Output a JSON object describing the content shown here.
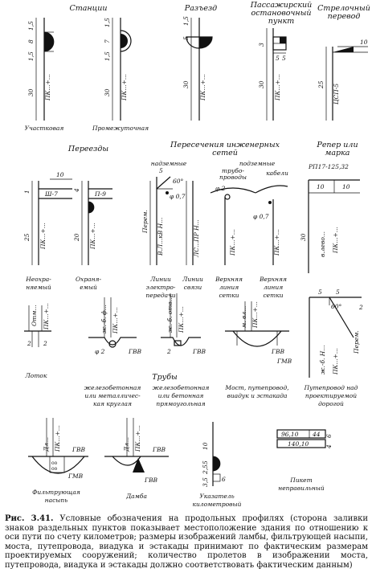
{
  "headers": {
    "stations": "Станции",
    "razezd": "Разъезд",
    "passenger_stop_1": "Пассажирский",
    "passenger_stop_2": "остановочный",
    "passenger_stop_3": "пункт",
    "switch_1": "Стрелочный",
    "switch_2": "перевод",
    "crossings": "Переезды",
    "intersections_1": "Пересечения инженерных",
    "intersections_2": "сетей",
    "benchmark_1": "Репер или",
    "benchmark_2": "марка",
    "overhead": "надземные",
    "underground": "подземные",
    "pipes": "трубо-",
    "pipes2": "проводы",
    "cables": "кабели",
    "culverts": "Трубы"
  },
  "labels": {
    "uchastkovaya": "Участковая",
    "promezhutochnaya": "Промежуточная",
    "unguarded_1": "Неохра-",
    "unguarded_2": "няемый",
    "guarded_1": "Охраня-",
    "guarded_2": "емый",
    "power_1": "Линии",
    "power_2": "электро-",
    "power_3": "передачи",
    "comm_1": "Линии",
    "comm_2": "связи",
    "upper_1": "Верхняя",
    "upper_2": "линия",
    "upper_3": "сетки",
    "upper2_1": "Верхняя",
    "upper2_2": "линия",
    "upper2_3": "сетки",
    "tray": "Лоток",
    "round_1": "железобетонная",
    "round_2": "или металличес-",
    "round_3": "кая круглая",
    "rect_1": "железобетонная",
    "rect_2": "или бетонная",
    "rect_3": "прямоугольная",
    "bridge_1": "Мост, путепровод,",
    "bridge_2": "виадук и эстакада",
    "overpass_1": "Путепровод над",
    "overpass_2": "проектируемой",
    "overpass_3": "дорогой",
    "filter_1": "Фильтрующая",
    "filter_2": "насыпь",
    "dam": "Дамба",
    "km_1": "Указатель",
    "km_2": "километровый",
    "picket_1": "Пикет",
    "picket_2": "неправильный"
  },
  "marks": {
    "d15": "1,5",
    "d8": "8",
    "d7": "7",
    "d5": "5",
    "d3": "3",
    "d25": "25",
    "d30": "30",
    "d10": "10",
    "d20": "20",
    "d4": "4",
    "d1": "1",
    "d2": "2",
    "d6": "6",
    "d35": "3,5",
    "d25b": "2,5",
    "pk": "ПК...+...",
    "csp": "ЦСП-5",
    "rp": "РП17-125,32",
    "iii7": "Ш-7",
    "ii9": "П-9",
    "deg60": "60°",
    "phi07": "φ 0,7",
    "phi2": "φ 2",
    "gvv": "ГВВ",
    "gmv": "ГМВ",
    "otm": "Отм...",
    "perem": "Перем.",
    "vl": "В.Л...кВ Н...",
    "lsrn": "ЛС...ПР Н...",
    "vlevo": "в.лево...",
    "zhbf": "ж.-б. ф...",
    "zhbotv": "ж.-б. отв...",
    "mvl": "м. вл...",
    "zhb": "ж.-б. Н...",
    "dl": "Дл...",
    "p1": "96,10",
    "p2": "140,10",
    "p44": "44",
    "plus": "+..."
  },
  "caption": {
    "fig": "Рис. 3.41.",
    "text": "Условные обозначения на продольных профилях (сторона заливки знаков раздельных пунктов показывает местоположение здания по отношению к оси пути по счету километров; размеры изображений ламбы, фильтрующей насыпи, моста, путепровода, виадука и эстакады принимают по фактическим размерам проектируемых сооружений; количество пролетов в изображении моста, путепровода, виадука и эстакады должно соответствовать фактическим данным)"
  }
}
